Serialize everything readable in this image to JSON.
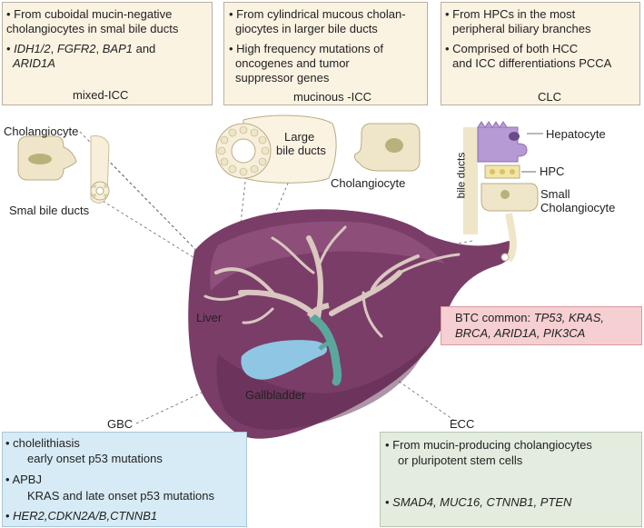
{
  "mixed_icc": {
    "bullets": [
      {
        "line1": "• From cuboidal mucin-negative",
        "line2": "cholangiocytes in smal bile ducts"
      },
      {
        "line1a": "• ",
        "genes1": "IDH1/2",
        "sep1": ", ",
        "genes2": "FGFR2",
        "sep2": ", ",
        "genes3": "BAP1",
        "tail": " and",
        "line2": "ARID1A"
      }
    ],
    "label": "mixed-ICC"
  },
  "mucinous_icc": {
    "bullets": [
      {
        "line1": "• From cylindrical mucous cholan-",
        "line2": "giocytes in larger bile ducts"
      },
      {
        "line1": "• High frequency mutations of",
        "line2": "oncogenes and tumor",
        "line3": "suppressor genes"
      }
    ],
    "label": "mucinous -ICC"
  },
  "clc": {
    "bullets": [
      {
        "line1": "• From HPCs in the most",
        "line2": "peripheral biliary branches"
      },
      {
        "line1": "• Comprised of both HCC",
        "line2": "and ICC differentiations PCCA"
      }
    ],
    "label": "CLC"
  },
  "btc": {
    "prefix": "BTC common: ",
    "line1_genes": "TP53, KRAS,",
    "line2_genes": "BRCA, ARID1A, PIK3CA"
  },
  "gbc": {
    "label": "GBC",
    "b1": "• cholelithiasis",
    "b1_sub": "early onset p53 mutations",
    "b2": "• APBJ",
    "b2_sub": "KRAS and late onset p53 mutations",
    "b3_bullet": "• ",
    "b3_genes": "HER2,CDKN2A/B,CTNNB1"
  },
  "ecc": {
    "label": "ECC",
    "b1_line1": "• From mucin-producing cholangiocytes",
    "b1_line2": "or pluripotent stem cells",
    "b2_bullet": "• ",
    "b2_genes": "SMAD4, MUC16, CTNNB1, PTEN"
  },
  "labels": {
    "cholangiocyte_left": "Cholangiocyte",
    "small_bile_ducts": "Smal bile ducts",
    "large_bile_ducts_1": "Large",
    "large_bile_ducts_2": "bile ducts",
    "cholangiocyte_mid": "Cholangiocyte",
    "hepatocyte": "Hepatocyte",
    "hpc": "HPC",
    "small_cholangiocyte_1": "Small",
    "small_cholangiocyte_2": "Cholangiocyte",
    "bile_ducts_vertical": "bile ducts",
    "liver": "Liver",
    "gallbladder": "Gallbladder"
  },
  "colors": {
    "liver": "#7a3d68",
    "liver_light": "#9a5b86",
    "bile_tree": "#d9c7c0",
    "gallbladder": "#8fc6e4",
    "duct": "#5aa89c",
    "cream": "#fbf3e2",
    "cell": "#d8d6a8",
    "nucleus": "#b9b17a",
    "hepatocyte": "#b69ad3"
  }
}
